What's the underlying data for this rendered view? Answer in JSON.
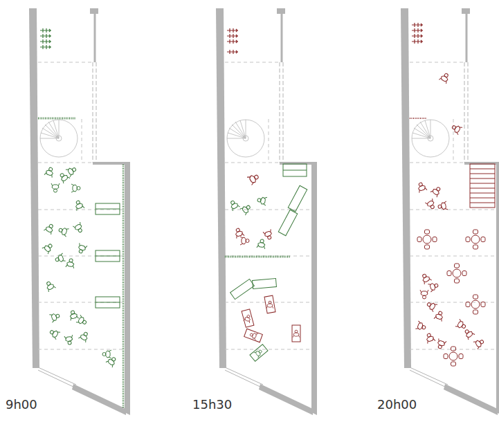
{
  "diagram": {
    "labels": [
      "9h00",
      "15h30",
      "20h00"
    ]
  }
}
